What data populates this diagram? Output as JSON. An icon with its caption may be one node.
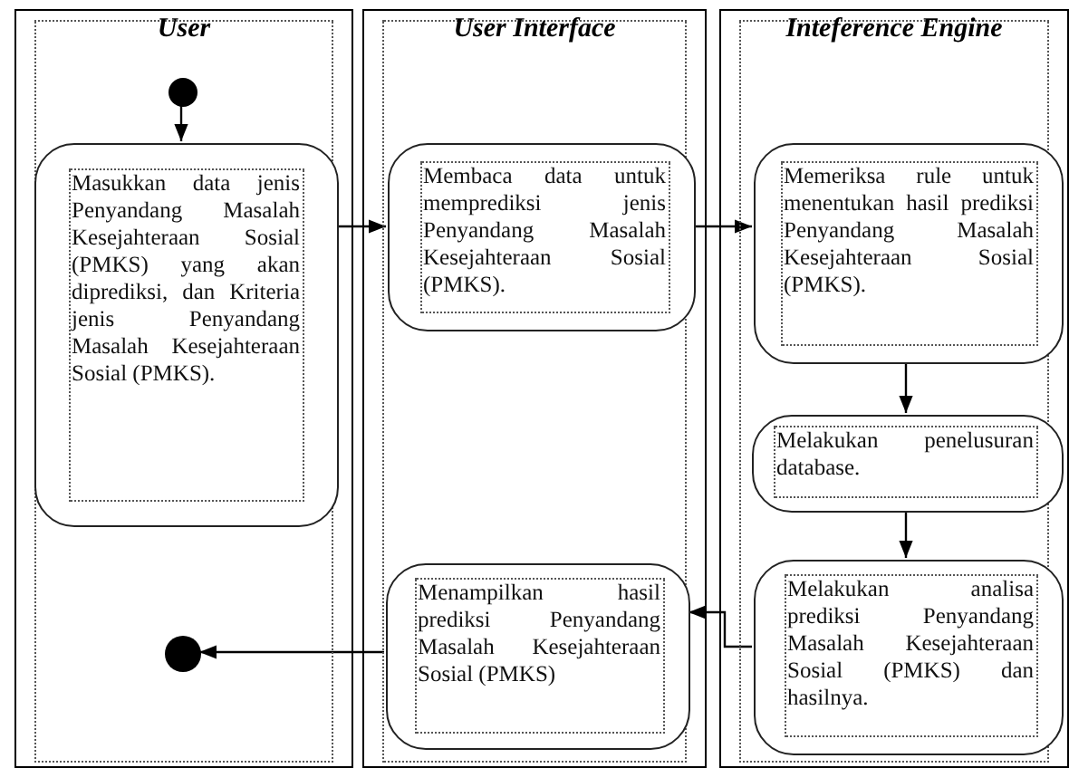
{
  "diagram": {
    "nodes": [
      {
        "text": [
          "User"
        ]
      },
      {
        "text": [
          "User Interface"
        ]
      },
      {
        "text": [
          "Inteference Engine"
        ]
      },
      {
        "text": [],
        "shape": "circle",
        "in": 0
      },
      {
        "text": [
          "Masukkan data jenis Penyandang Masalah Kesejahteraan Sosial (PMKS) yang akan diprediksi, dan Kriteria jenis Penyandang Masalah Kesejahteraan Sosial (PMKS)."
        ],
        "in": 0
      },
      {
        "text": [
          "Membaca data untuk memprediksi jenis Penyandang Masalah Kesejahteraan Sosial (PMKS)."
        ],
        "in": 1
      },
      {
        "text": [
          "Memeriksa rule untuk menentukan hasil prediksi Penyandang Masalah Kesejahteraan Sosial (PMKS)."
        ],
        "in": 2
      },
      {
        "text": [
          "Melakukan penelusuran database."
        ],
        "in": 2
      },
      {
        "text": [
          "Melakukan analisa prediksi Penyandang Masalah Kesejahteraan Sosial (PMKS) dan hasilnya."
        ],
        "in": 2
      },
      {
        "text": [
          "Menampilkan hasil prediksi Penyandang Masalah Kesejahteraan Sosial (PMKS)"
        ],
        "in": 1
      },
      {
        "text": [],
        "shape": "circle",
        "in": 0
      }
    ],
    "edges": [
      {
        "from": 3,
        "to": 4,
        "arrow": "to"
      },
      {
        "from": 4,
        "to": 5,
        "arrow": "to"
      },
      {
        "from": 5,
        "to": 6,
        "arrow": "to"
      },
      {
        "from": 6,
        "to": 7,
        "arrow": "to"
      },
      {
        "from": 7,
        "to": 8,
        "arrow": "to"
      },
      {
        "from": 8,
        "to": 9,
        "arrow": "to"
      },
      {
        "from": 9,
        "to": 10,
        "arrow": "to"
      }
    ]
  }
}
